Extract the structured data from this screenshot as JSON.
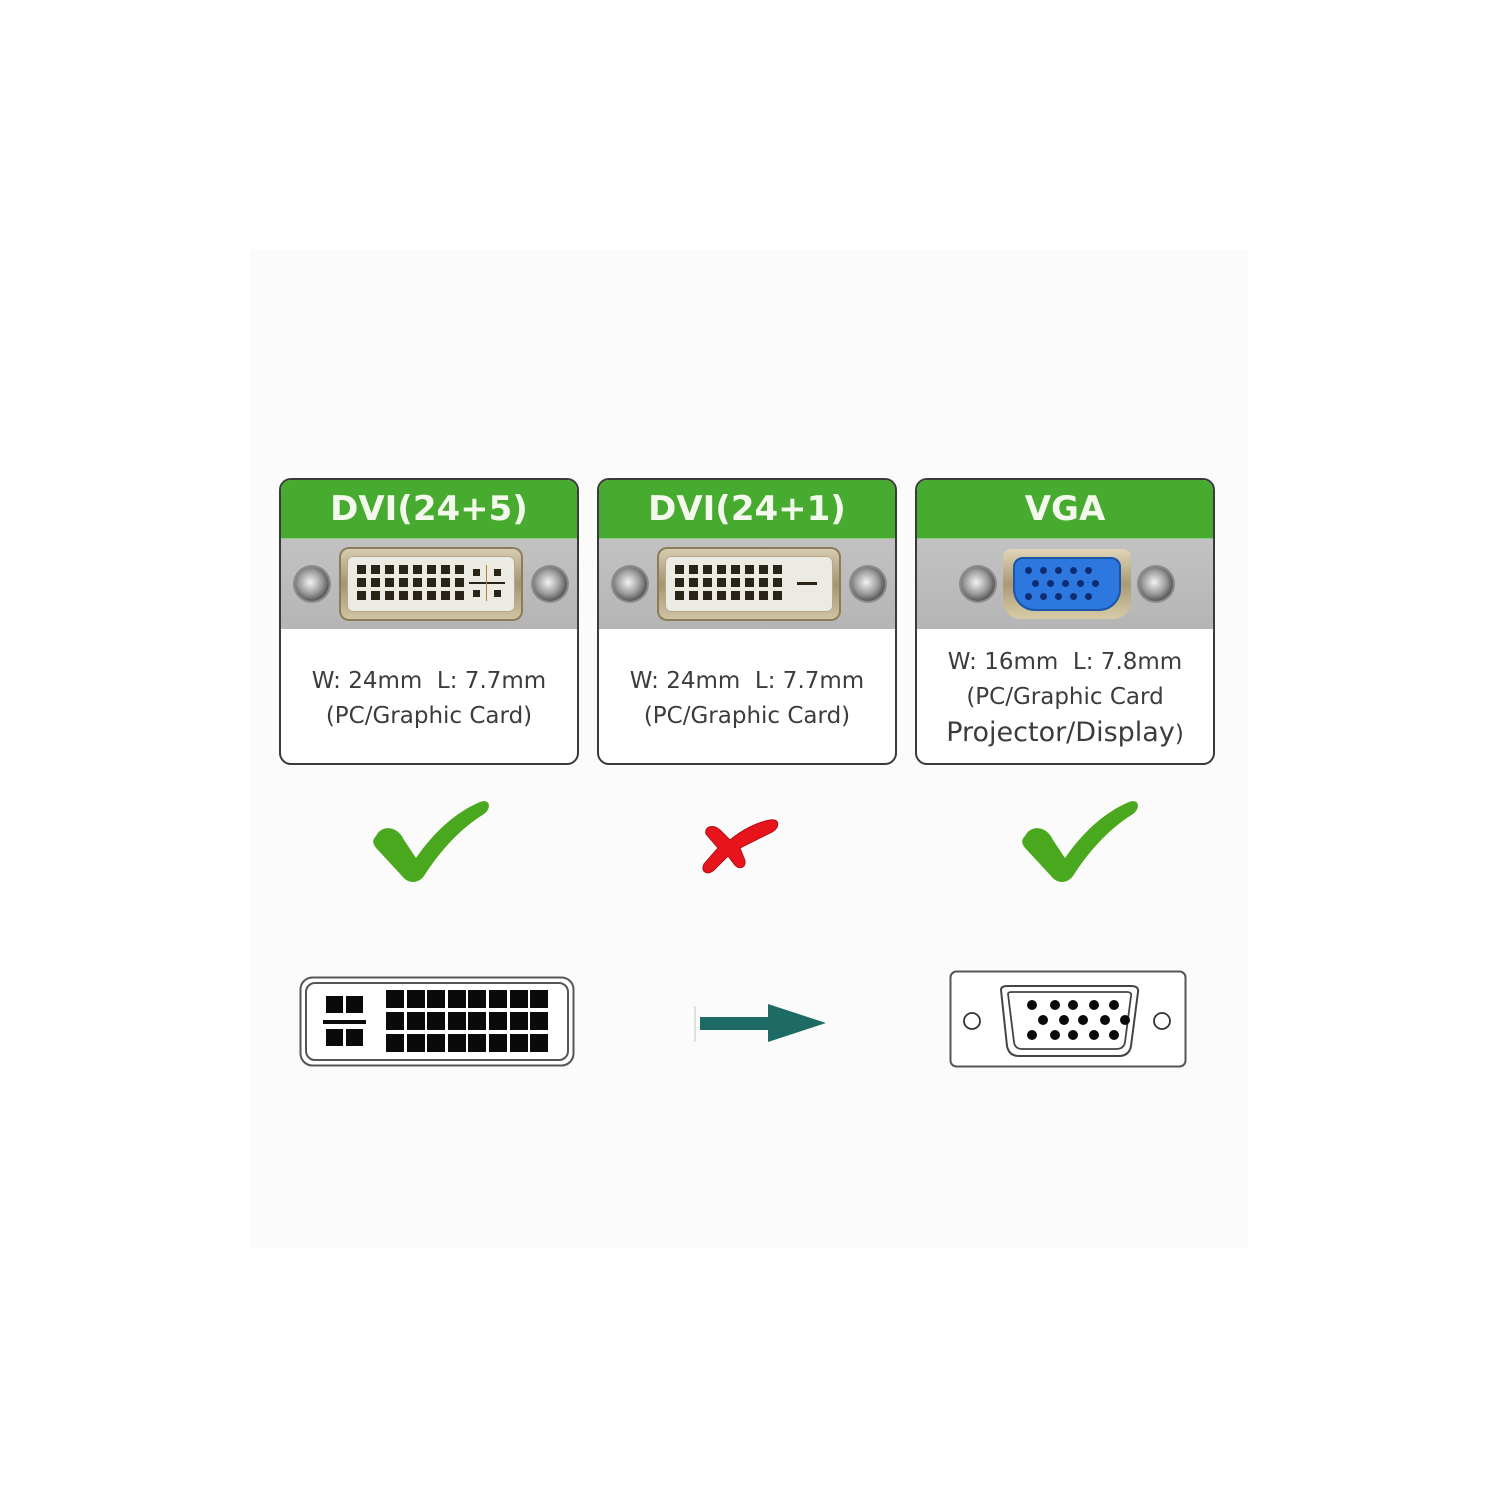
{
  "cards": [
    {
      "title": "DVI(24+5)",
      "port_type": "dvi-24-5",
      "dimensions": "W: 24mm  L: 7.7mm",
      "usage": "(PC/Graphic Card)",
      "compatible": true
    },
    {
      "title": "DVI(24+1)",
      "port_type": "dvi-24-1",
      "dimensions": "W: 24mm  L: 7.7mm",
      "usage": "(PC/Graphic Card)",
      "compatible": false
    },
    {
      "title": "VGA",
      "port_type": "vga",
      "dimensions": "W: 16mm  L: 7.8mm",
      "usage_line1": "(PC/Graphic Card",
      "usage_line2": "Projector/Display",
      "usage_close": ")",
      "compatible": true
    }
  ],
  "status_icons": [
    "check-icon",
    "cross-icon",
    "check-icon"
  ],
  "conversion": {
    "from": "dvi-24-5-connector-outline",
    "arrow": "arrow-right-icon",
    "to": "vga-connector-outline"
  },
  "colors": {
    "header_green": "#46ab2e",
    "check_green": "#4aa81e",
    "cross_red": "#e8141b",
    "arrow_teal": "#1d6b64",
    "vga_blue": "#2c78df",
    "port_gray": "#b9b9b9",
    "border_dark": "#3a3a3a"
  }
}
